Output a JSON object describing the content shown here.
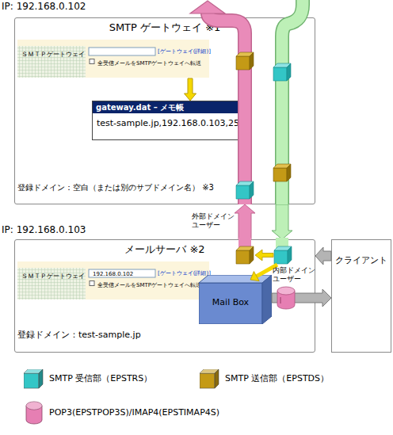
{
  "diagram": {
    "nodes": [
      {
        "text": [
          "IP: 192.168.0.102",
          "SMTP ゲートウェイ ※1",
          "登録ドメイン：空白（または別のサブドメイン名） ※3"
        ]
      },
      {
        "text": [
          "ＳＭＴＰゲートウェイ",
          "[ゲートウェイ(詳細)]",
          "全受信メールをSMTPゲートウェイへ転送"
        ],
        "in": 0
      },
      {
        "text": [
          "gateway.dat – メモ帳",
          "test-sample.jp,192.168.0.103,25"
        ],
        "in": 0
      },
      {
        "text": [
          "IP: 192.168.0.103",
          "メールサーバ ※2",
          "登録ドメイン：test-sample.jp"
        ]
      },
      {
        "text": [
          "ＳＭＴＰゲートウェイ",
          "192.168.0.102",
          "[ゲートウェイ(詳細)]",
          "全受信メールをSMTPゲートウェイへ転送"
        ],
        "in": 3
      },
      {
        "text": [
          "Mail Box"
        ],
        "in": 3
      },
      {
        "text": [
          "クライアント"
        ]
      }
    ],
    "edges": [
      {
        "from": 1,
        "to": 2,
        "arrow": "to"
      },
      {
        "from": 3,
        "to": 0,
        "arrow": "to"
      },
      {
        "from": 0,
        "to": 3,
        "arrow": "to"
      },
      {
        "from": 6,
        "to": 3,
        "arrow": "to"
      },
      {
        "from": 5,
        "to": 6,
        "arrow": "to"
      }
    ],
    "labels": [
      "外部ドメイン ユーザー",
      "内部ドメイン ユーザー"
    ],
    "legend": [
      {
        "text": "SMTP 受信部（EPSTRS）",
        "color": "#33c6c6"
      },
      {
        "text": "SMTP 送信部（EPSTDS）",
        "color": "#c49a16"
      },
      {
        "text": "POP3(EPSTPOP3S)/IMAP4(EPSTIMAP4S)",
        "color": "#e67fb3"
      }
    ]
  }
}
